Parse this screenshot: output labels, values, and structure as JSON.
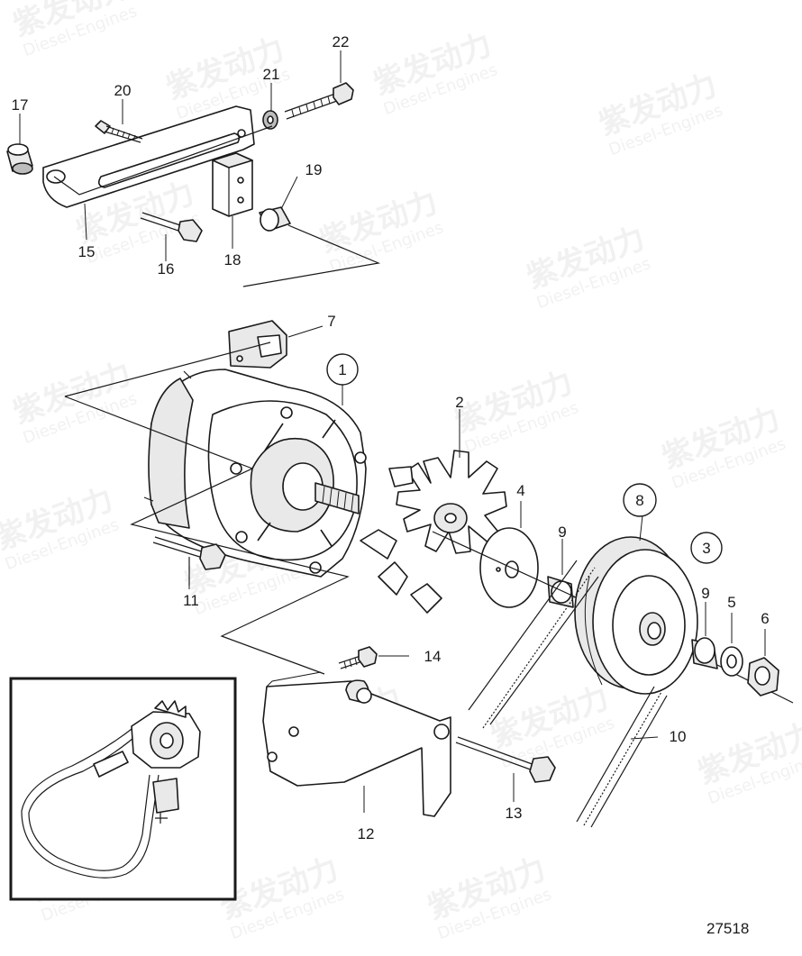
{
  "callouts": {
    "c1": "1",
    "c2": "2",
    "c3": "3",
    "c4": "4",
    "c5": "5",
    "c6": "6",
    "c7": "7",
    "c8": "8",
    "c9a": "9",
    "c9b": "9",
    "c10": "10",
    "c11": "11",
    "c12": "12",
    "c13": "13",
    "c14": "14",
    "c15": "15",
    "c16": "16",
    "c17": "17",
    "c18": "18",
    "c19": "19",
    "c20": "20",
    "c21": "21",
    "c22": "22"
  },
  "figure_number": "27518",
  "watermark": {
    "brand_cn": "紫发动力",
    "brand_en": "Diesel-Engines"
  }
}
